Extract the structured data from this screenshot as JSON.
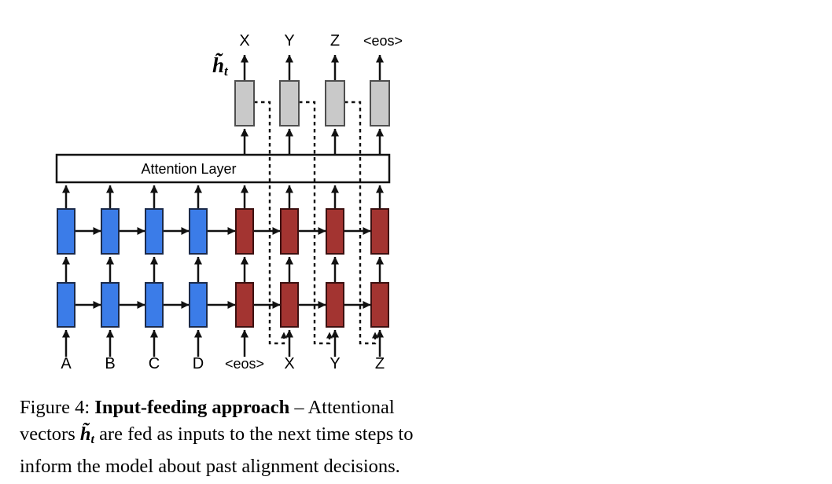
{
  "colors": {
    "encoder_cell": "#3B7CE8",
    "decoder_cell": "#A33431",
    "attention_vector_cell": "#C9C9C9"
  },
  "diagram": {
    "output_labels": [
      "X",
      "Y",
      "Z",
      "<eos>"
    ],
    "input_labels": [
      "A",
      "B",
      "C",
      "D",
      "<eos>",
      "X",
      "Y",
      "Z"
    ],
    "attention_layer_label": "Attention Layer",
    "attention_vector_symbol": {
      "base": "h̃",
      "sub": "t"
    }
  },
  "caption": {
    "figure_prefix": "Figure 4: ",
    "bold_title": "Input-feeding approach",
    "after_bold": " – Attentional",
    "line2_pre": "vectors ",
    "math_base": "h̃",
    "math_sub": "t",
    "line2_post": " are fed as inputs to the next time steps to",
    "line3": "inform the model about past alignment decisions."
  }
}
